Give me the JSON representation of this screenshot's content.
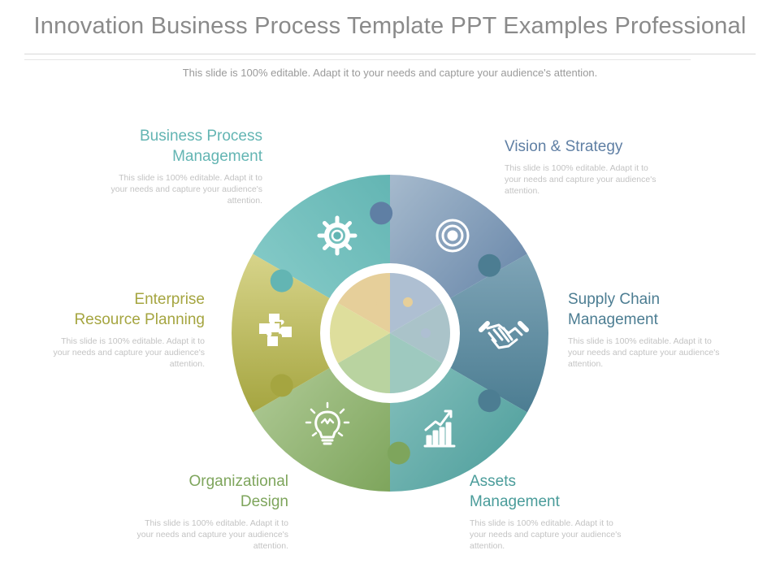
{
  "slide": {
    "title": "Innovation  Business Process Template PPT Examples Professional",
    "subtitle": "This slide is 100% editable. Adapt it to your needs and capture your audience's attention."
  },
  "segments": [
    {
      "id": "bpm",
      "heading_lines": [
        "Business Process",
        "Management"
      ],
      "description": "This slide is 100% editable. Adapt it to your needs and capture your audience's attention.",
      "color": "#63b5b3",
      "light": "#8ccfcc",
      "icon": "gear-icon"
    },
    {
      "id": "vision",
      "heading_lines": [
        "Vision & Strategy"
      ],
      "description": "This slide is 100% editable. Adapt it to your needs and capture your audience's attention.",
      "color": "#5f7fa4",
      "light": "#a6bacd",
      "icon": "target-icon"
    },
    {
      "id": "supply",
      "heading_lines": [
        "Supply Chain",
        "Management"
      ],
      "description": "This slide is 100% editable. Adapt it to your needs and capture your audience's attention.",
      "color": "#4c7d92",
      "light": "#7ea4b6",
      "icon": "handshake-icon"
    },
    {
      "id": "assets",
      "heading_lines": [
        "Assets",
        "Management"
      ],
      "description": "This slide is 100% editable. Adapt it to your needs and capture your audience's attention.",
      "color": "#4a9c9a",
      "light": "#8ac3bf",
      "icon": "growth-chart-icon"
    },
    {
      "id": "org",
      "heading_lines": [
        "Organizational",
        "Design"
      ],
      "description": "This slide is 100% editable. Adapt it to your needs and capture your audience's attention.",
      "color": "#7ea55c",
      "light": "#b6cf9e",
      "icon": "lightbulb-icon"
    },
    {
      "id": "erp",
      "heading_lines": [
        "Enterprise",
        "Resource Planning"
      ],
      "description": "This slide is 100% editable. Adapt it to your needs and capture your audience's attention.",
      "color": "#a5a540",
      "light": "#d7d48a",
      "icon": "puzzle-icon"
    }
  ],
  "colors": {
    "center_ring": "#ffffff",
    "inner_bpm": "#e6cf9a",
    "inner_vision": "#aebfd2",
    "inner_supply": "#aac3c9",
    "inner_assets": "#9ec9bf",
    "inner_org": "#b9d3a0",
    "inner_erp": "#dede9c"
  }
}
